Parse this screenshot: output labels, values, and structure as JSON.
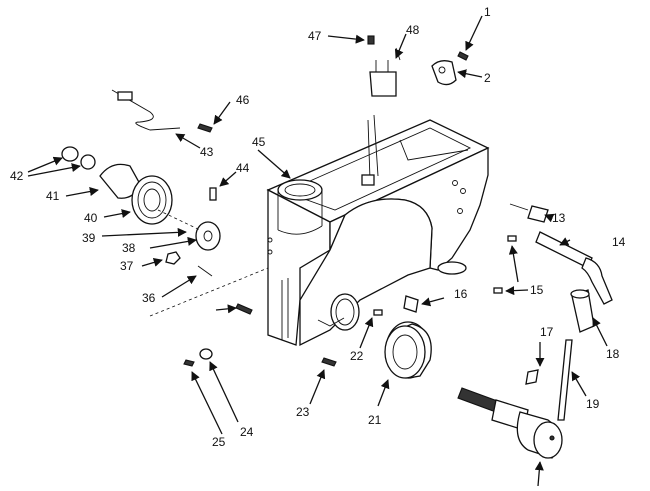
{
  "diagram": {
    "callouts": [
      {
        "id": "p1",
        "label": "1"
      },
      {
        "id": "p2",
        "label": "2"
      },
      {
        "id": "p13",
        "label": "13"
      },
      {
        "id": "p14",
        "label": "14"
      },
      {
        "id": "p15",
        "label": "15"
      },
      {
        "id": "p16",
        "label": "16"
      },
      {
        "id": "p17",
        "label": "17"
      },
      {
        "id": "p18",
        "label": "18"
      },
      {
        "id": "p19",
        "label": "19"
      },
      {
        "id": "p21",
        "label": "21"
      },
      {
        "id": "p22",
        "label": "22"
      },
      {
        "id": "p23",
        "label": "23"
      },
      {
        "id": "p24",
        "label": "24"
      },
      {
        "id": "p25",
        "label": "25"
      },
      {
        "id": "p36",
        "label": "36"
      },
      {
        "id": "p37",
        "label": "37"
      },
      {
        "id": "p38",
        "label": "38"
      },
      {
        "id": "p39",
        "label": "39"
      },
      {
        "id": "p40",
        "label": "40"
      },
      {
        "id": "p41",
        "label": "41"
      },
      {
        "id": "p42",
        "label": "42"
      },
      {
        "id": "p43",
        "label": "43"
      },
      {
        "id": "p44",
        "label": "44"
      },
      {
        "id": "p45",
        "label": "45"
      },
      {
        "id": "p46",
        "label": "46"
      },
      {
        "id": "p47",
        "label": "47"
      },
      {
        "id": "p48",
        "label": "48"
      }
    ]
  }
}
